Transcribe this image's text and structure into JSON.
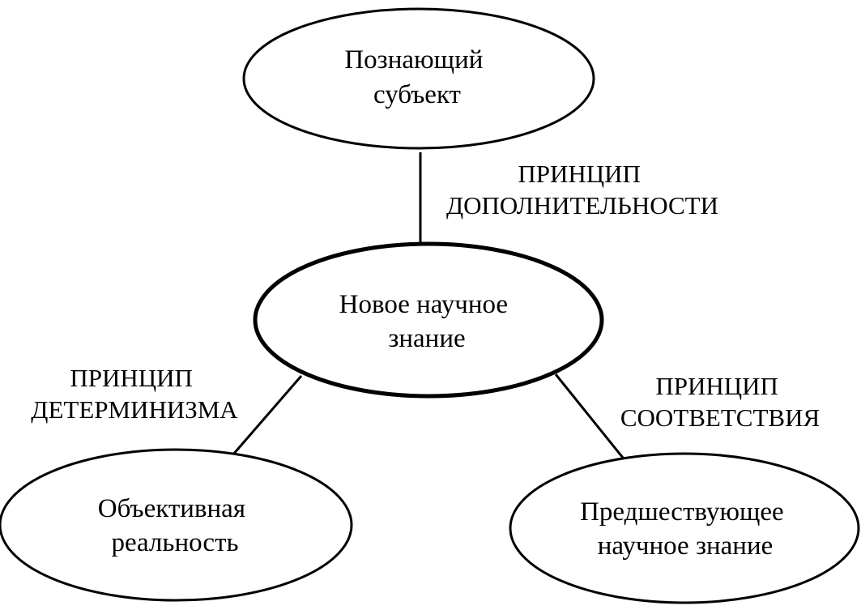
{
  "nodes": {
    "subject": {
      "line1": "Познающий",
      "line2": "субъект"
    },
    "knowledge": {
      "line1": "Новое научное",
      "line2": "знание"
    },
    "reality": {
      "line1": "Объективная",
      "line2": "реальность"
    },
    "previous": {
      "line1": "Предшествующее",
      "line2": "научное знание"
    }
  },
  "principles": {
    "complementarity": {
      "line1": "ПРИНЦИП",
      "line2": "ДОПОЛНИТЕЛЬНОСТИ"
    },
    "determinism": {
      "line1": "ПРИНЦИП",
      "line2": "ДЕТЕРМИНИЗМА"
    },
    "correspondence": {
      "line1": "ПРИНЦИП",
      "line2": "СООТВЕТСТВИЯ"
    }
  },
  "colors": {
    "stroke": "#000000",
    "fill": "#ffffff",
    "text": "#000000"
  }
}
